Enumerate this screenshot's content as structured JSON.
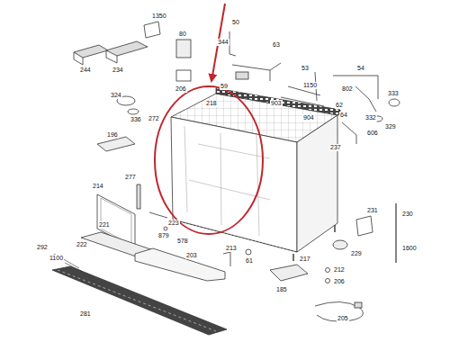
{
  "diagram": {
    "labels": [
      "1350",
      "244",
      "234",
      "80",
      "206",
      "324",
      "336",
      "50",
      "344",
      "63",
      "59",
      "218",
      "272",
      "196",
      "903",
      "904",
      "53",
      "1150",
      "802",
      "54",
      "333",
      "62",
      "64",
      "332",
      "329",
      "606",
      "237",
      "277",
      "214",
      "223",
      "879",
      "578",
      "221",
      "222",
      "292",
      "1100",
      "203",
      "213",
      "61",
      "217",
      "229",
      "231",
      "230",
      "1600",
      "212",
      "206",
      "185",
      "205",
      "281"
    ]
  }
}
